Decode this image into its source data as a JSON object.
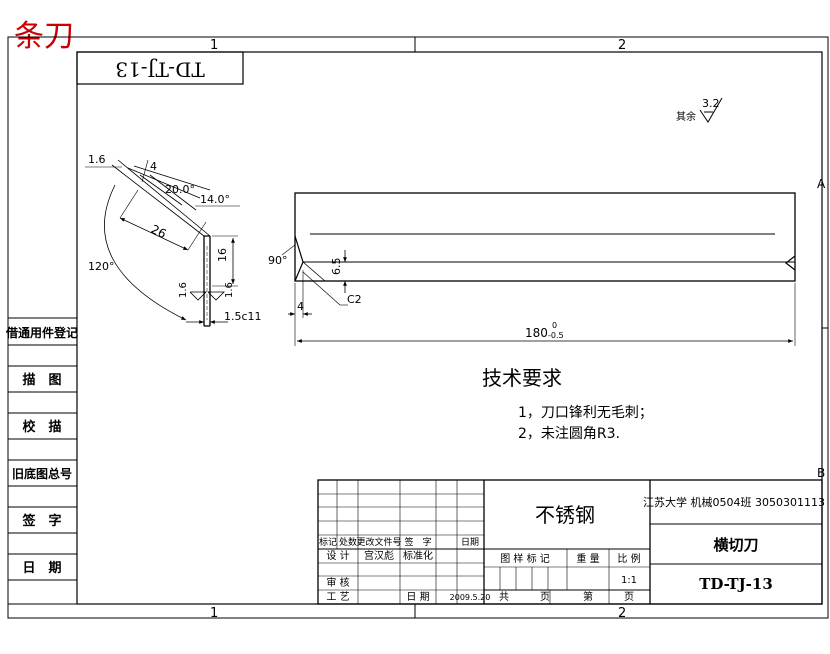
{
  "page_title": "条刀",
  "stamp_code": "TD-TJ-13",
  "zone_markers": {
    "top": [
      "1",
      "2"
    ],
    "bottom": [
      "1",
      "2"
    ],
    "right": [
      "A",
      "B"
    ]
  },
  "surface_finish": {
    "prefix": "其余",
    "value": "3.2"
  },
  "dimensions": {
    "chamfer_len": "1.6",
    "small_len": "4",
    "angle_20": "20.0°",
    "angle_14": "14.0°",
    "len_26": "26",
    "angle_120": "120°",
    "height_16": "16",
    "rough_left": "1.6",
    "rough_right": "1.6",
    "thickness": "1.5c11",
    "angle_90": "90°",
    "depth": "6.5",
    "chamfer": "C2",
    "end_len": "4",
    "total_len": "180",
    "tol_upper": "0",
    "tol_lower": "-0.5"
  },
  "tech_requirements": {
    "title": "技术要求",
    "items": [
      "1，刀口锋利无毛刺；",
      "2，未注圆角R3."
    ]
  },
  "side_panel": {
    "items": [
      "借通用件登记",
      "描　图",
      "校　描",
      "旧底图总号",
      "签　字",
      "日　期"
    ]
  },
  "title_block": {
    "material": "不锈钢",
    "school": "江苏大学 机械0504班 3050301113",
    "part_name": "横切刀",
    "drawing_no": "TD-TJ-13",
    "headers_revision": [
      "标记",
      "处数",
      "更改文件号",
      "签　字",
      "日期"
    ],
    "design_label": "设 计",
    "designer": "宫汉彪",
    "standardize_label": "标准化",
    "review_label": "审 核",
    "process_label": "工 艺",
    "date_label": "日 期",
    "date_value": "2009.5.20",
    "stage_label": "图 样 标 记",
    "weight_label": "重 量",
    "scale_label": "比 例",
    "scale_value": "1:1",
    "total_label": "共",
    "sheet_unit": "页",
    "sheet_label": "第",
    "sheet_unit2": "页"
  }
}
